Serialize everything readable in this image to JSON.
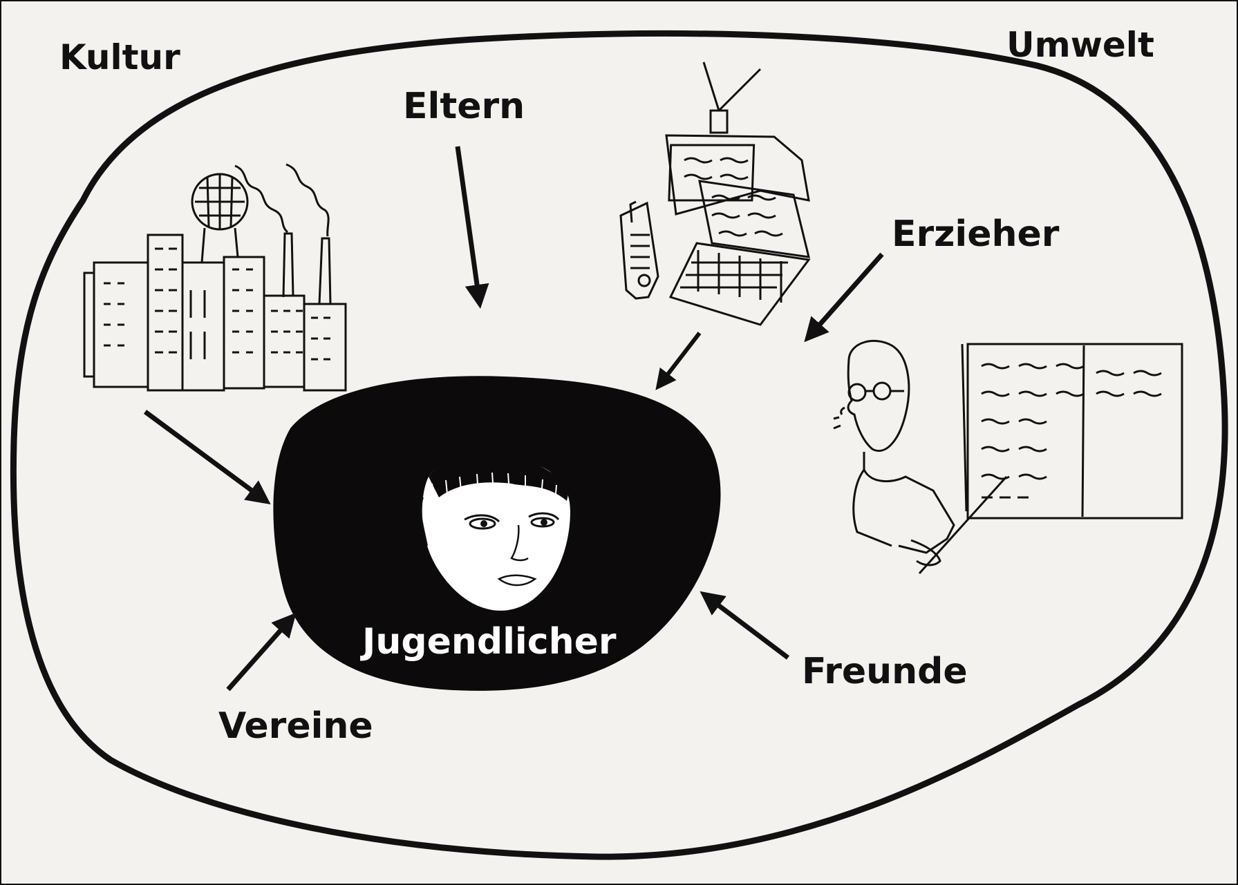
{
  "labels": {
    "kultur": "Kultur",
    "umwelt": "Umwelt",
    "eltern": "Eltern",
    "erzieher": "Erzieher",
    "freunde": "Freunde",
    "vereine": "Vereine",
    "center": "Jugendlicher"
  },
  "colors": {
    "paper": "#f3f2ee",
    "ink": "#111111",
    "center_fill": "#0c0a0a",
    "center_text": "#ffffff"
  },
  "icons": [
    "city-factory-icon",
    "tv-laptop-phone-icon",
    "teacher-board-icon",
    "girl-face-icon"
  ]
}
